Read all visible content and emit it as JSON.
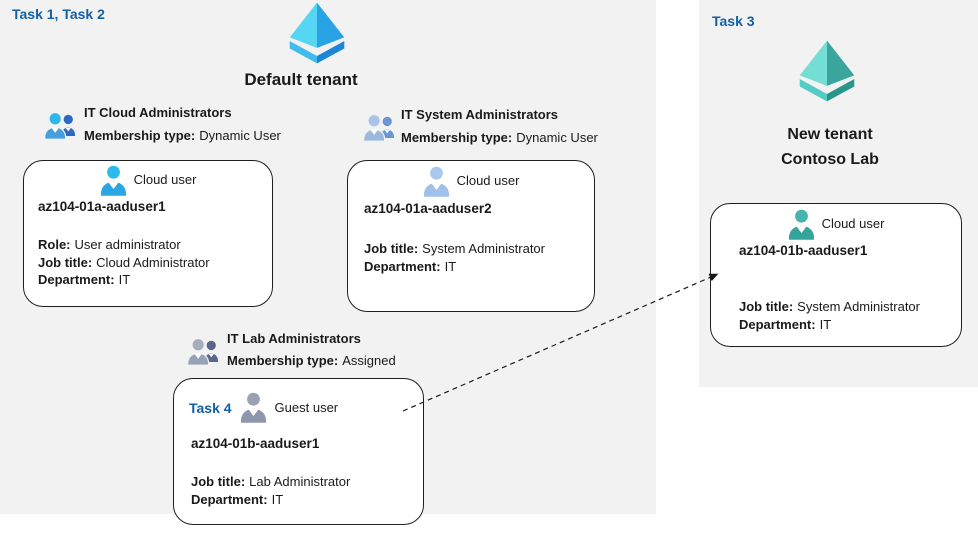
{
  "default_tenant": {
    "task_label": "Task 1, Task 2",
    "title": "Default tenant",
    "groups": {
      "cloud": {
        "title": "IT Cloud Administrators",
        "membership_label": "Membership type:",
        "membership_value": "Dynamic User"
      },
      "system": {
        "title": "IT System Administrators",
        "membership_label": "Membership type:",
        "membership_value": "Dynamic User"
      },
      "lab": {
        "title": "IT Lab Administrators",
        "membership_label": "Membership type:",
        "membership_value": "Assigned"
      }
    },
    "cards": {
      "user1": {
        "type_label": "Cloud user",
        "username": "az104-01a-aaduser1",
        "role_label": "Role:",
        "role_value": "User administrator",
        "job_label": "Job title:",
        "job_value": "Cloud Administrator",
        "dept_label": "Department:",
        "dept_value": "IT"
      },
      "user2": {
        "type_label": "Cloud user",
        "username": "az104-01a-aaduser2",
        "job_label": "Job title:",
        "job_value": "System Administrator",
        "dept_label": "Department:",
        "dept_value": "IT"
      },
      "guest": {
        "task_label": "Task 4",
        "type_label": "Guest user",
        "username": "az104-01b-aaduser1",
        "job_label": "Job title:",
        "job_value": "Lab Administrator",
        "dept_label": "Department:",
        "dept_value": "IT"
      }
    }
  },
  "new_tenant": {
    "task_label": "Task 3",
    "title_line1": "New tenant",
    "title_line2": "Contoso Lab",
    "card": {
      "type_label": "Cloud user",
      "username": "az104-01b-aaduser1",
      "job_label": "Job title:",
      "job_value": "System Administrator",
      "dept_label": "Department:",
      "dept_value": "IT"
    }
  },
  "icons": {
    "default_tenant": "azure-tenant-icon-blue",
    "new_tenant": "azure-tenant-icon-teal",
    "groups": "user-group-icon",
    "cloud_user": "person-icon",
    "guest_user": "person-icon",
    "connector": "dashed-arrow"
  },
  "colors": {
    "accent_blue_text": "#1360a4",
    "panel_gray": "#f2f2f2",
    "card_border": "#1f1f1f",
    "tenant_blue_light": "#55d7f4",
    "tenant_blue_dark": "#2aa3e6",
    "tenant_teal_light": "#74ded5",
    "tenant_teal_dark": "#3aa59c",
    "cloud_user1_icon": "#2cb9ec",
    "cloud_user2_icon": "#a9c8ee",
    "guest_user_icon": "#9aa1b4",
    "new_tenant_user_icon": "#44b4ac"
  }
}
